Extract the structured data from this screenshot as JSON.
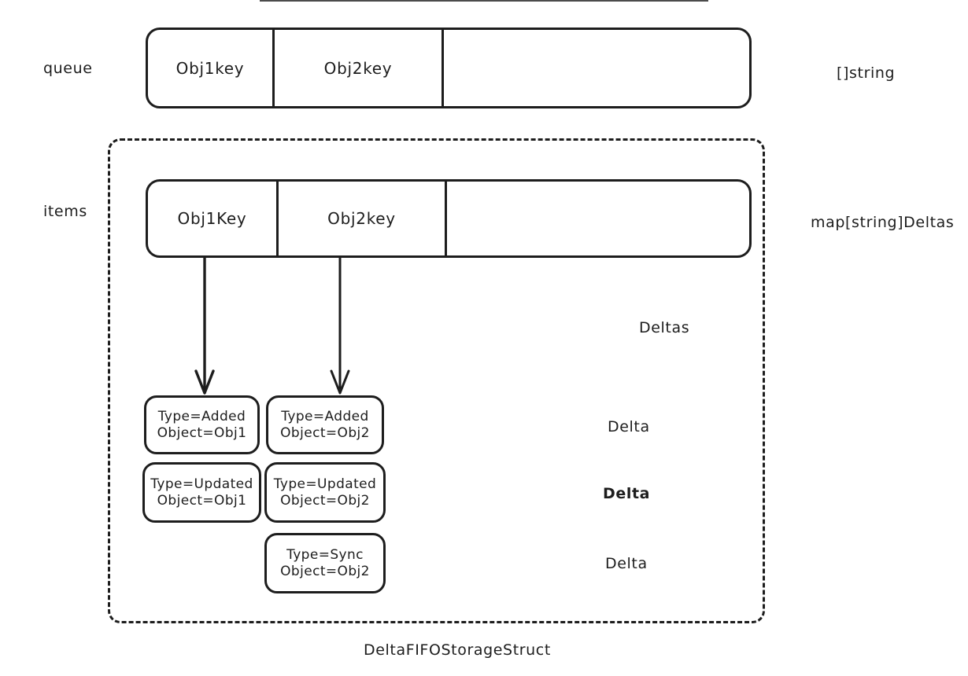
{
  "diagram": {
    "caption": "DeltaFIFOStorageStruct",
    "rows": {
      "queue": {
        "label": "queue",
        "type_label": "[]string",
        "cells": [
          "Obj1key",
          "Obj2key",
          ""
        ]
      },
      "items": {
        "label": "items",
        "type_label": "map[string]Deltas",
        "cells": [
          "Obj1Key",
          "Obj2key",
          ""
        ]
      }
    },
    "annotations": [
      {
        "text": "Deltas",
        "bold": false
      },
      {
        "text": "Delta",
        "bold": false
      },
      {
        "text": "Delta",
        "bold": true
      },
      {
        "text": "Delta",
        "bold": false
      }
    ],
    "delta_columns": [
      {
        "key": "Obj1Key",
        "deltas": [
          {
            "type_line": "Type=Added",
            "object_line": "Object=Obj1"
          },
          {
            "type_line": "Type=Updated",
            "object_line": "Object=Obj1"
          }
        ]
      },
      {
        "key": "Obj2key",
        "deltas": [
          {
            "type_line": "Type=Added",
            "object_line": "Object=Obj2"
          },
          {
            "type_line": "Type=Updated",
            "object_line": "Object=Obj2"
          },
          {
            "type_line": "Type=Sync",
            "object_line": "Object=Obj2"
          }
        ]
      }
    ],
    "colors": {
      "stroke": "#1d1d1d",
      "background": "#ffffff"
    }
  }
}
